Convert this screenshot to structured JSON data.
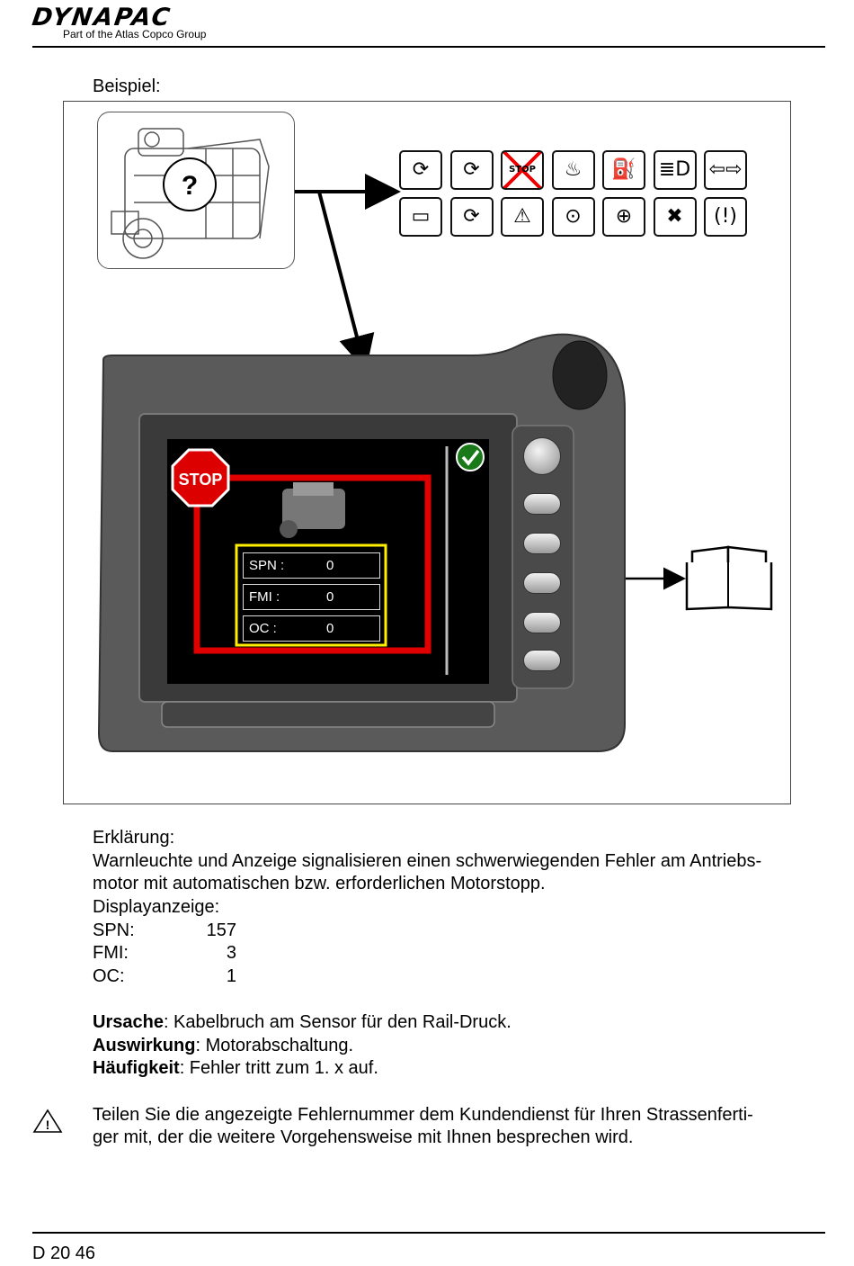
{
  "header": {
    "brand": "DYNAPAC",
    "subtitle": "Part of the Atlas Copco Group"
  },
  "example_label": "Beispiel:",
  "figure": {
    "engine_question": "?",
    "icons": [
      "engine-preheat-icon",
      "engine-fault-icon",
      "stop-icon-crossed",
      "coolant-temp-icon",
      "fuel-level-icon",
      "headlight-icon",
      "direction-icon",
      "battery-icon",
      "engine-temp-icon",
      "engine-warning-icon",
      "oil-pressure-icon",
      "hydraulic-pressure-icon",
      "filter-fault-icon",
      "brake-warning-icon"
    ],
    "icon_glyphs": [
      "⟳",
      "⟳",
      "STOP",
      "♨",
      "⛽",
      "≣D",
      "⇦⇨",
      "▭",
      "⟳",
      "⚠",
      "⊙",
      "⊕",
      "✖",
      "(!)"
    ],
    "display": {
      "stop_label": "STOP",
      "rows": [
        {
          "label": "SPN :",
          "value": "0"
        },
        {
          "label": "FMI :",
          "value": "0"
        },
        {
          "label": "OC :",
          "value": "0"
        }
      ]
    }
  },
  "explanation": {
    "heading": "Erklärung:",
    "line1": "Warnleuchte und Anzeige signalisieren einen schwerwiegenden Fehler am Antriebs-",
    "line2": "motor mit automatischen bzw. erforderlichen Motorstopp.",
    "display_heading": "Displayanzeige:",
    "codes": [
      {
        "label": "SPN:",
        "value": "157"
      },
      {
        "label": "FMI:",
        "value": "3"
      },
      {
        "label": "OC:",
        "value": "1"
      }
    ]
  },
  "details": {
    "cause_label": "Ursache",
    "cause_text": ": Kabelbruch am Sensor für den Rail-Druck.",
    "effect_label": "Auswirkung",
    "effect_text": ": Motorabschaltung.",
    "freq_label": "Häufigkeit",
    "freq_text": ": Fehler tritt zum 1. x auf."
  },
  "note": {
    "line1": "Teilen Sie die angezeigte Fehlernummer dem Kundendienst für Ihren Strassenferti-",
    "line2": "ger mit, der die weitere Vorgehensweise mit Ihnen besprechen wird."
  },
  "footer": {
    "page_id": "D 20 46"
  }
}
